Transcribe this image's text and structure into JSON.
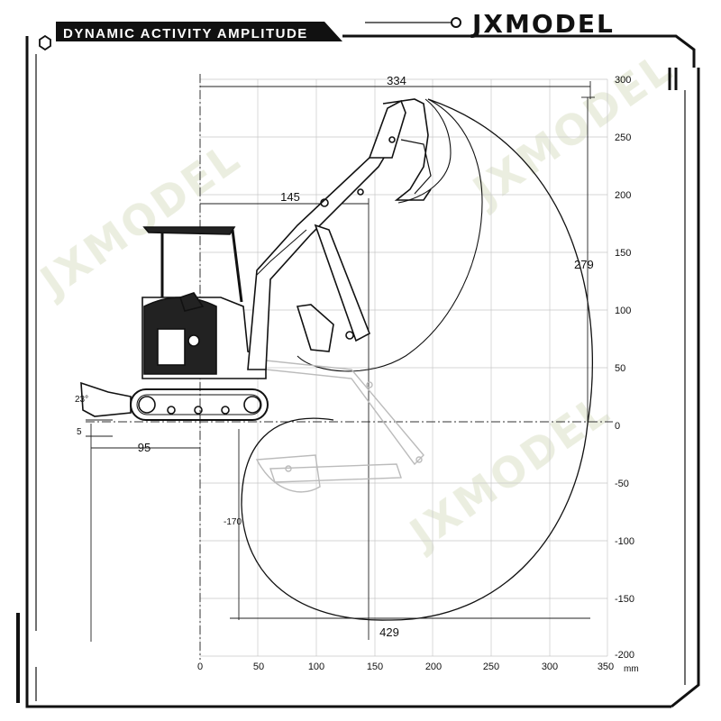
{
  "header": {
    "title": "DYNAMIC ACTIVITY AMPLITUDE",
    "brand": "JXMODEL"
  },
  "watermark": "JXMODEL",
  "axes": {
    "x_ticks": [
      "0",
      "50",
      "100",
      "150",
      "200",
      "250",
      "300",
      "350"
    ],
    "x_unit": "mm",
    "y_ticks": [
      "300",
      "250",
      "200",
      "150",
      "100",
      "50",
      "0",
      "-50",
      "-100",
      "-150",
      "-200"
    ]
  },
  "dimensions": {
    "max_reach_top": "334",
    "boom_offset": "145",
    "max_height": "279",
    "max_depth": "-170",
    "max_reach_ground": "429",
    "rear_length": "95",
    "blade_angle": "23°",
    "blade_drop": "5"
  },
  "colors": {
    "frame": "#111111",
    "grid": "#c8c8c8",
    "watermark": "#e9ecdd"
  }
}
